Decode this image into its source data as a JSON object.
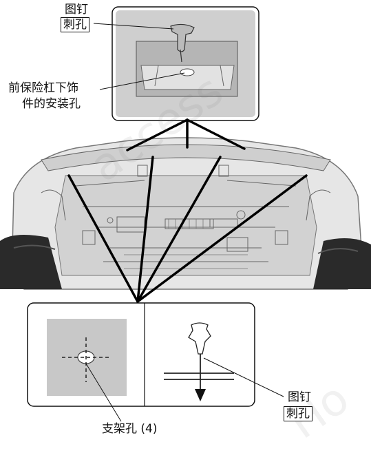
{
  "callouts": {
    "top_clip": "图钉",
    "top_hole": "刺孔",
    "bumper_hole_line1": "前保险杠下饰",
    "bumper_hole_line2": "件的安装孔",
    "bracket_hole": "支架孔 (4)",
    "bottom_clip": "图钉",
    "bottom_hole": "刺孔"
  },
  "watermarks": [
    "access",
    "Ho"
  ]
}
